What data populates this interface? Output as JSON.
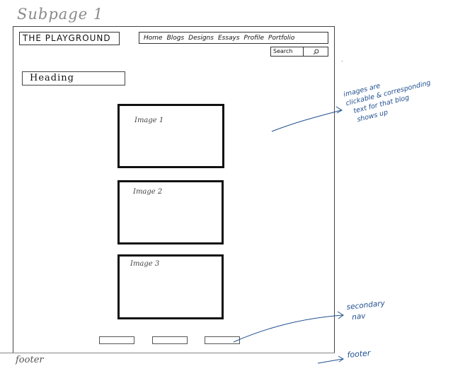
{
  "page_title": "Subpage 1",
  "header": {
    "logo": "THE PLAYGROUND",
    "nav": [
      "Home",
      "Blogs",
      "Designs",
      "Essays",
      "Profile",
      "Portfolio"
    ],
    "search": {
      "label": "Search",
      "button_icon": "search-icon"
    }
  },
  "main": {
    "heading": "Heading",
    "images": [
      {
        "label": "Image 1"
      },
      {
        "label": "Image 2"
      },
      {
        "label": "Image 3"
      }
    ],
    "secondary_nav_count": 3
  },
  "footer": {
    "label": "footer"
  },
  "annotations": {
    "images_note": [
      "images are",
      "clickable & corresponding",
      "text for that blog",
      "shows up"
    ],
    "secondary_nav_note": [
      "secondary",
      "nav"
    ],
    "footer_note": "footer",
    "note_color": "#1f4f8f"
  }
}
